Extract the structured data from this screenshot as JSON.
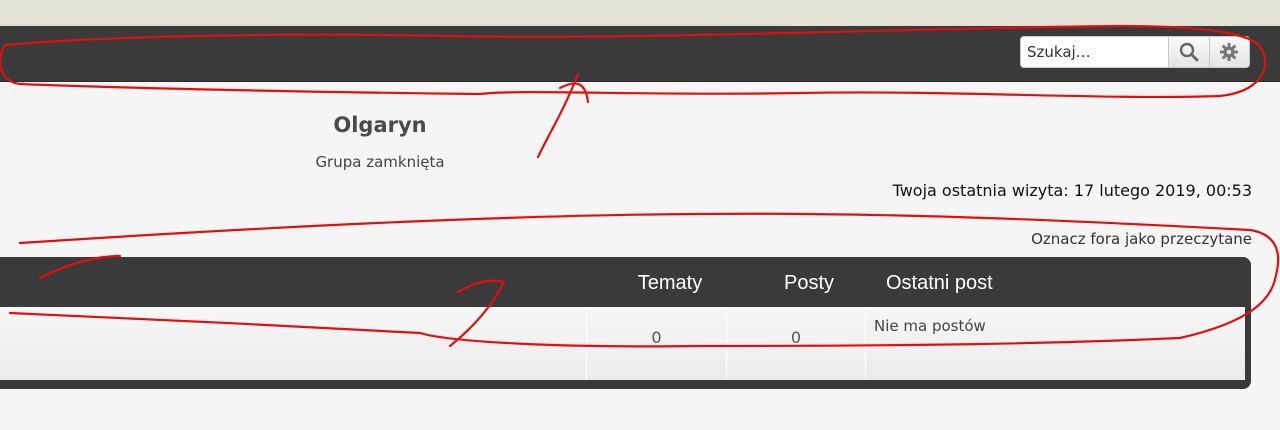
{
  "search": {
    "placeholder": "Szukaj…",
    "search_icon": "search-icon",
    "advanced_icon": "gear-icon"
  },
  "site": {
    "title": "Olgaryn",
    "description": "Grupa zamknięta"
  },
  "last_visit": "Twoja ostatnia wizyta: 17 lutego 2019, 00:53",
  "mark_read": "Oznacz fora jako przeczytane",
  "forum_table": {
    "columns": {
      "topics": "Tematy",
      "posts": "Posty",
      "last_post": "Ostatni post"
    },
    "rows": [
      {
        "topics": "0",
        "posts": "0",
        "last_post": "Nie ma postów"
      }
    ]
  },
  "colors": {
    "navbar": "#3a3a3a",
    "annotation": "#e01010"
  }
}
